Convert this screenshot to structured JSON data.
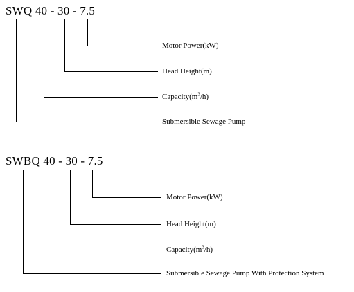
{
  "diagrams": [
    {
      "code": {
        "prefix": "SWQ",
        "capacity": "40",
        "sep1": "-",
        "head": "30",
        "sep2": "-",
        "power": "7.5"
      },
      "labels": {
        "motor_power": "Motor Power(kW)",
        "head_height": "Head Height(m)",
        "capacity_pre": "Capacity(m",
        "capacity_sup": "3",
        "capacity_post": "/h)",
        "pump_type": "Submersible Sewage Pump"
      }
    },
    {
      "code": {
        "prefix": "SWBQ",
        "capacity": "40",
        "sep1": "-",
        "head": "30",
        "sep2": "-",
        "power": "7.5"
      },
      "labels": {
        "motor_power": "Motor Power(kW)",
        "head_height": "Head Height(m)",
        "capacity_pre": "Capacity(m",
        "capacity_sup": "3",
        "capacity_post": "/h)",
        "pump_type": "Submersible Sewage Pump With Protection System"
      }
    }
  ]
}
